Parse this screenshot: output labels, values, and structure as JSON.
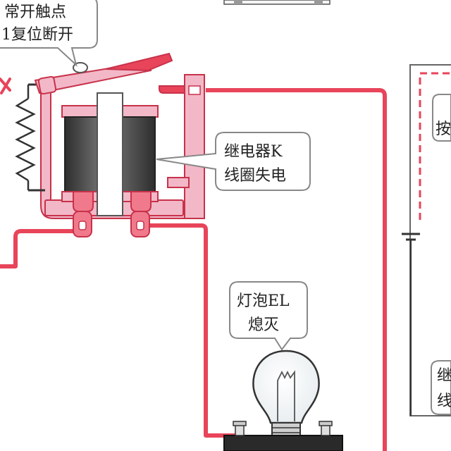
{
  "callouts": {
    "contact_line1": "常开触点",
    "contact_line2": "1复位断开",
    "relay_line1": "继电器K",
    "relay_line2": "线圈失电",
    "bulb_line1": "灯泡EL",
    "bulb_line2": "熄灭",
    "right_top_fragment": "按",
    "right_bottom_fragment1": "继",
    "right_bottom_fragment2": "线"
  },
  "colors": {
    "wire": "#e8445a",
    "relay_pink": "#f2b8c8",
    "relay_outline": "#c8324a",
    "coil_dark": "#4a4a4a",
    "spring": "#333333",
    "dashed": "#e8445a"
  }
}
